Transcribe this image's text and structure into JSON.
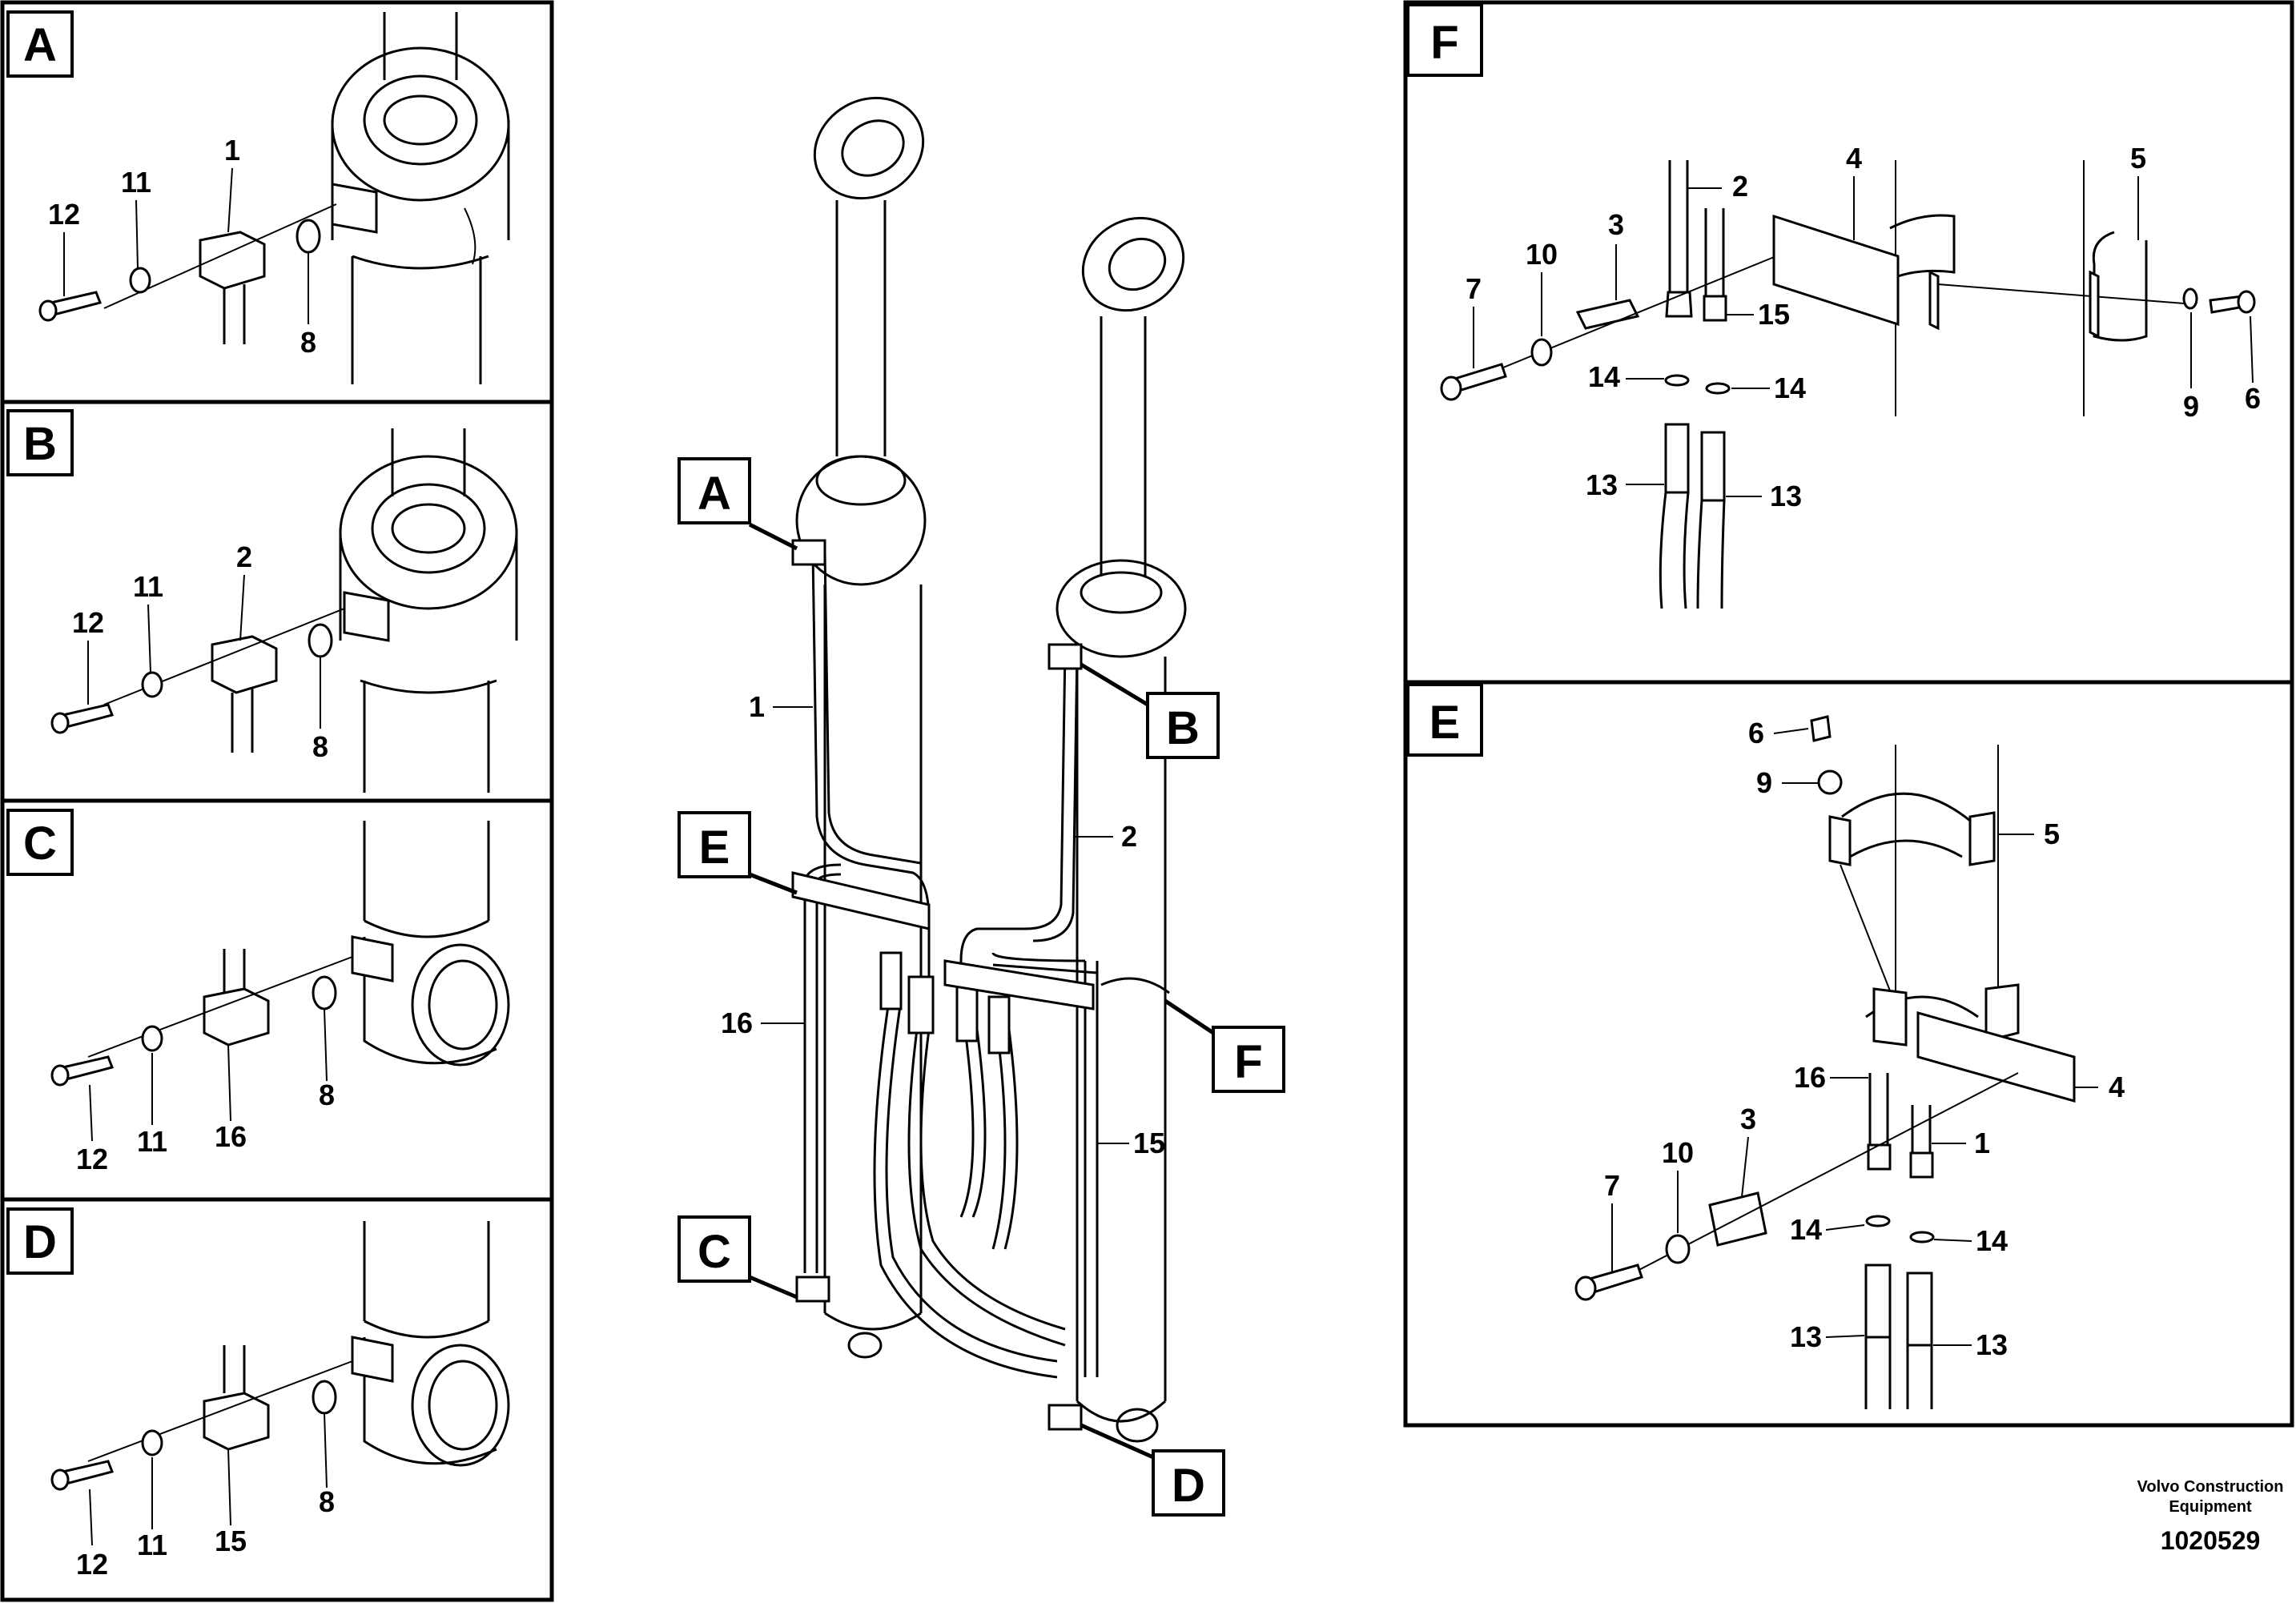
{
  "detail_labels": {
    "a": "A",
    "b": "B",
    "c": "C",
    "d": "D",
    "e": "E",
    "f": "F"
  },
  "callouts": {
    "a": {
      "bolt": "12",
      "washer": "11",
      "block": "1",
      "oring": "8"
    },
    "b": {
      "bolt": "12",
      "washer": "11",
      "block": "2",
      "oring": "8"
    },
    "c": {
      "bolt": "12",
      "washer": "11",
      "pipe": "16",
      "oring": "8"
    },
    "d": {
      "bolt": "12",
      "washer": "11",
      "pipe": "15",
      "oring": "8"
    },
    "main": {
      "pipe1": "1",
      "pipe2": "2",
      "pipe16": "16",
      "pipe15": "15"
    },
    "f": {
      "pipe2": "2",
      "clamp_bar": "4",
      "clamp_half": "5",
      "clip": "3",
      "washer10": "10",
      "bolt7": "7",
      "nut15": "15",
      "oring14a": "14",
      "oring14b": "14",
      "hose13a": "13",
      "hose13b": "13",
      "washer9": "9",
      "bolt6": "6"
    },
    "e": {
      "bolt6": "6",
      "washer9": "9",
      "clamp_half": "5",
      "clamp_bar": "4",
      "pipe16": "16",
      "pipe1": "1",
      "clip": "3",
      "washer10": "10",
      "bolt7": "7",
      "oring14a": "14",
      "oring14b": "14",
      "hose13a": "13",
      "hose13b": "13"
    }
  },
  "footer": {
    "company_line1": "Volvo Construction",
    "company_line2": "Equipment",
    "figure_id": "1020529"
  }
}
